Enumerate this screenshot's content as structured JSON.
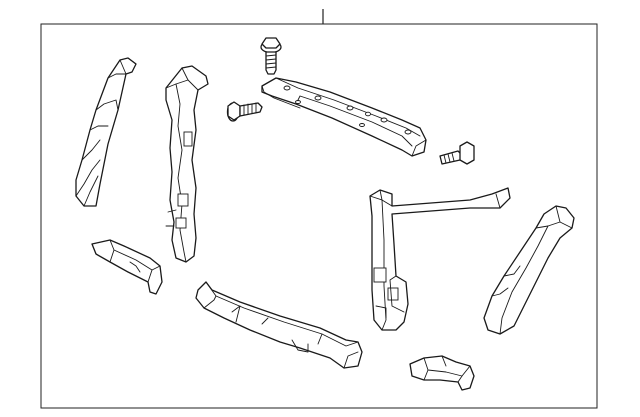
{
  "diagram": {
    "type": "exploded-parts-diagram",
    "colors": {
      "stroke": "#1a1a1a",
      "fill": "#ffffff",
      "background": "#ffffff"
    },
    "parts": [
      "leader-line",
      "bolt-top",
      "bolt-left",
      "bolt-right",
      "upper-tie-bar",
      "left-outer-side-member",
      "left-inner-support",
      "left-lower-bracket",
      "lower-tie-bar",
      "right-support-post",
      "right-outer-side-member",
      "right-lower-bracket"
    ]
  }
}
